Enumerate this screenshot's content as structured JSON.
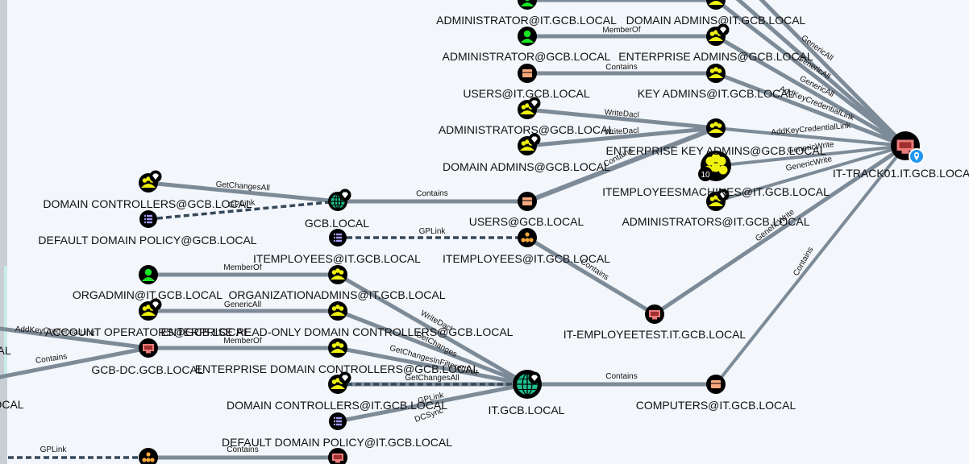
{
  "colors": {
    "background": "#f3f6fa",
    "edge": "#7d8b98",
    "gpo_link": "#35495a"
  },
  "nodes": [
    {
      "id": "adm_itgcb",
      "type": "user",
      "label": "ADMINISTRATOR@IT.GCB.LOCAL"
    },
    {
      "id": "domadmins_itgcb_top",
      "type": "group",
      "label": "DOMAIN ADMINS@IT.GCB.LOCAL",
      "badge": "gem"
    },
    {
      "id": "adm_gcb",
      "type": "user",
      "label": "ADMINISTRATOR@GCB.LOCAL"
    },
    {
      "id": "entadmins",
      "type": "group",
      "label": "ENTERPRISE ADMINS@GCB.LOCAL",
      "badge": "gem"
    },
    {
      "id": "users_itgcb",
      "type": "container",
      "label": "USERS@IT.GCB.LOCAL"
    },
    {
      "id": "keyadmins",
      "type": "group",
      "label": "KEY ADMINS@IT.GCB.LOCAL"
    },
    {
      "id": "admins_gcb",
      "type": "group",
      "label": "ADMINISTRATORS@GCB.LOCAL",
      "badge": "gem"
    },
    {
      "id": "domadmins_gcb",
      "type": "group",
      "label": "DOMAIN ADMINS@GCB.LOCAL",
      "badge": "gem"
    },
    {
      "id": "entkeyadmins",
      "type": "group",
      "label": "ENTERPRISE KEY ADMINS@GCB.LOCAL"
    },
    {
      "id": "ittrack01",
      "type": "computer",
      "label": "IT-TRACK01.IT.GCB.LOCAL",
      "badge": "pin"
    },
    {
      "id": "itempmachines",
      "type": "groupcluster",
      "label": "ITEMPLOYEESMACHINES@IT.GCB.LOCAL",
      "count": "10"
    },
    {
      "id": "domctrl_gcb",
      "type": "group",
      "label": "DOMAIN CONTROLLERS@GCB.LOCAL",
      "badge": "gem"
    },
    {
      "id": "gcb_local",
      "type": "domain",
      "label": "GCB.LOCAL",
      "badge": "gem"
    },
    {
      "id": "users_gcb",
      "type": "container",
      "label": "USERS@GCB.LOCAL"
    },
    {
      "id": "admins_itgcb",
      "type": "group",
      "label": "ADMINISTRATORS@IT.GCB.LOCAL",
      "badge": "gem"
    },
    {
      "id": "defpolicy_gcb",
      "type": "gpo",
      "label": "DEFAULT DOMAIN POLICY@GCB.LOCAL"
    },
    {
      "id": "itemp_gpo",
      "type": "gpo",
      "label": "ITEMPLOYEES@IT.GCB.LOCAL"
    },
    {
      "id": "itemp_ou",
      "type": "ou",
      "label": "ITEMPLOYEES@IT.GCB.LOCAL"
    },
    {
      "id": "orgadmin",
      "type": "user",
      "label": "ORGADMIN@IT.GCB.LOCAL"
    },
    {
      "id": "orgadmins",
      "type": "group",
      "label": "ORGANIZATIONADMINS@IT.GCB.LOCAL"
    },
    {
      "id": "acctops",
      "type": "group",
      "label": "ACCOUNT OPERATORS@GCB.LOCAL",
      "badge": "gem"
    },
    {
      "id": "entrodc",
      "type": "group",
      "label": "ENTERPRISE READ-ONLY DOMAIN CONTROLLERS@GCB.LOCAL"
    },
    {
      "id": "ittest",
      "type": "computer",
      "label": "IT-EMPLOYEETEST.IT.GCB.LOCAL"
    },
    {
      "id": "leftcut",
      "type": "text",
      "label": "CAL"
    },
    {
      "id": "gcbdc",
      "type": "computer",
      "label": "GCB-DC.GCB.LOCAL"
    },
    {
      "id": "entdc",
      "type": "group",
      "label": "ENTERPRISE DOMAIN CONTROLLERS@GCB.LOCAL"
    },
    {
      "id": "domctrl_itgcb",
      "type": "group",
      "label": "DOMAIN CONTROLLERS@IT.GCB.LOCAL",
      "badge": "gem"
    },
    {
      "id": "itgcb_local",
      "type": "domain",
      "label": "IT.GCB.LOCAL",
      "badge": "gem"
    },
    {
      "id": "computers_itgcb",
      "type": "container",
      "label": "COMPUTERS@IT.GCB.LOCAL"
    },
    {
      "id": "leftcut2",
      "type": "text",
      "label": "B.LOCAL"
    },
    {
      "id": "defpolicy_itgcb",
      "type": "gpo",
      "label": "DEFAULT DOMAIN POLICY@IT.GCB.LOCAL"
    },
    {
      "id": "bottom_ou",
      "type": "ou",
      "label": ""
    },
    {
      "id": "bottom_comp",
      "type": "computer",
      "label": ""
    }
  ],
  "edges": [
    {
      "label": "MemberOf"
    },
    {
      "label": "Contains"
    },
    {
      "label": "WriteDacl"
    },
    {
      "label": "WriteDacl"
    },
    {
      "label": "Contains"
    },
    {
      "label": "GenericAll"
    },
    {
      "label": "GenericAll"
    },
    {
      "label": "GenericAll"
    },
    {
      "label": "AddKeyCredentialLink"
    },
    {
      "label": "AddKeyCredentialLink"
    },
    {
      "label": "GenericWrite"
    },
    {
      "label": "GenericWrite"
    },
    {
      "label": "GenericWrite"
    },
    {
      "label": "Contains"
    },
    {
      "label": "Contains"
    },
    {
      "label": "GetChangesAll"
    },
    {
      "label": "GPLink"
    },
    {
      "label": "Contains"
    },
    {
      "label": "GPLink"
    },
    {
      "label": "MemberOf"
    },
    {
      "label": "GenericAll"
    },
    {
      "label": "MemberOf"
    },
    {
      "label": "AddKeyCredentialLink"
    },
    {
      "label": "Contains"
    },
    {
      "label": "WriteDacl"
    },
    {
      "label": "GetChanges"
    },
    {
      "label": "GetChangesInFilteredSet"
    },
    {
      "label": "GetChangesAll"
    },
    {
      "label": "GPLink"
    },
    {
      "label": "DCSync"
    },
    {
      "label": "Contains"
    },
    {
      "label": "Contains"
    },
    {
      "label": "GPLink"
    },
    {
      "label": "Contains"
    },
    {
      "label": ""
    },
    {
      "label": ""
    },
    {
      "label": ""
    },
    {
      "label": ""
    },
    {
      "label": ""
    }
  ]
}
